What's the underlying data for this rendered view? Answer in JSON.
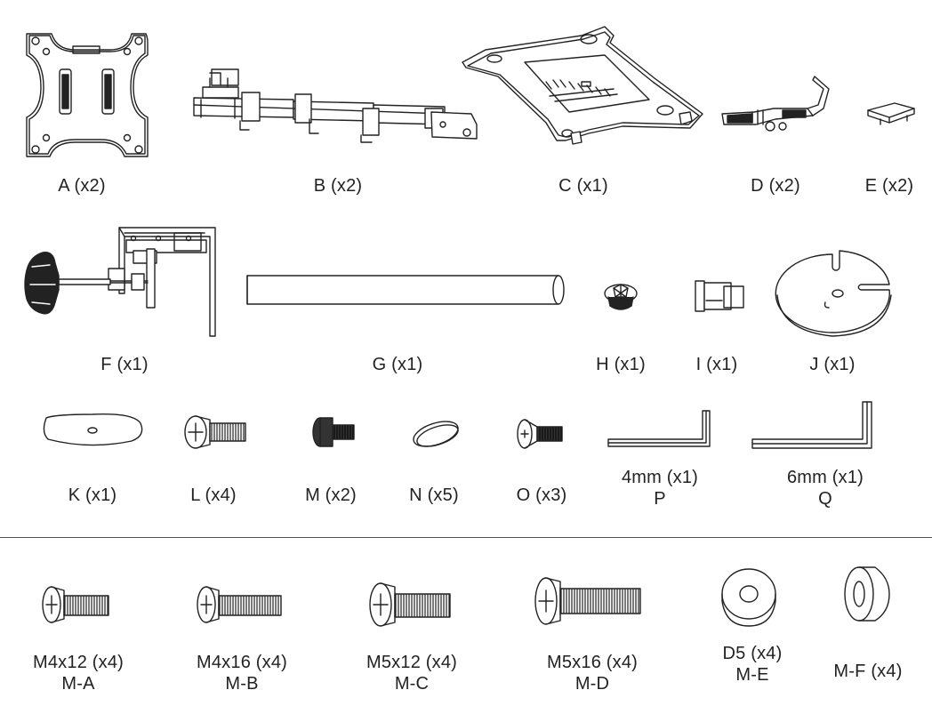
{
  "parts": [
    {
      "id": "A",
      "label": "A (x2)"
    },
    {
      "id": "B",
      "label": "B (x2)"
    },
    {
      "id": "C",
      "label": "C (x1)"
    },
    {
      "id": "D",
      "label": "D (x2)"
    },
    {
      "id": "E",
      "label": "E (x2)"
    },
    {
      "id": "F",
      "label": "F (x1)"
    },
    {
      "id": "G",
      "label": "G (x1)"
    },
    {
      "id": "H",
      "label": "H (x1)"
    },
    {
      "id": "I",
      "label": "I (x1)"
    },
    {
      "id": "J",
      "label": "J (x1)"
    },
    {
      "id": "K",
      "label": "K (x1)"
    },
    {
      "id": "L",
      "label": "L (x4)"
    },
    {
      "id": "M",
      "label": "M (x2)"
    },
    {
      "id": "N",
      "label": "N (x5)"
    },
    {
      "id": "O",
      "label": "O (x3)"
    },
    {
      "id": "P",
      "size": "4mm (x1)",
      "code": "P"
    },
    {
      "id": "Q",
      "size": "6mm (x1)",
      "code": "Q"
    }
  ],
  "hardware": [
    {
      "spec": "M4x12 (x4)",
      "code": "M-A"
    },
    {
      "spec": "M4x16 (x4)",
      "code": "M-B"
    },
    {
      "spec": "M5x12 (x4)",
      "code": "M-C"
    },
    {
      "spec": "M5x16 (x4)",
      "code": "M-D"
    },
    {
      "spec": "D5 (x4)",
      "code": "M-E"
    },
    {
      "spec": "M-F (x4)",
      "code": ""
    }
  ]
}
